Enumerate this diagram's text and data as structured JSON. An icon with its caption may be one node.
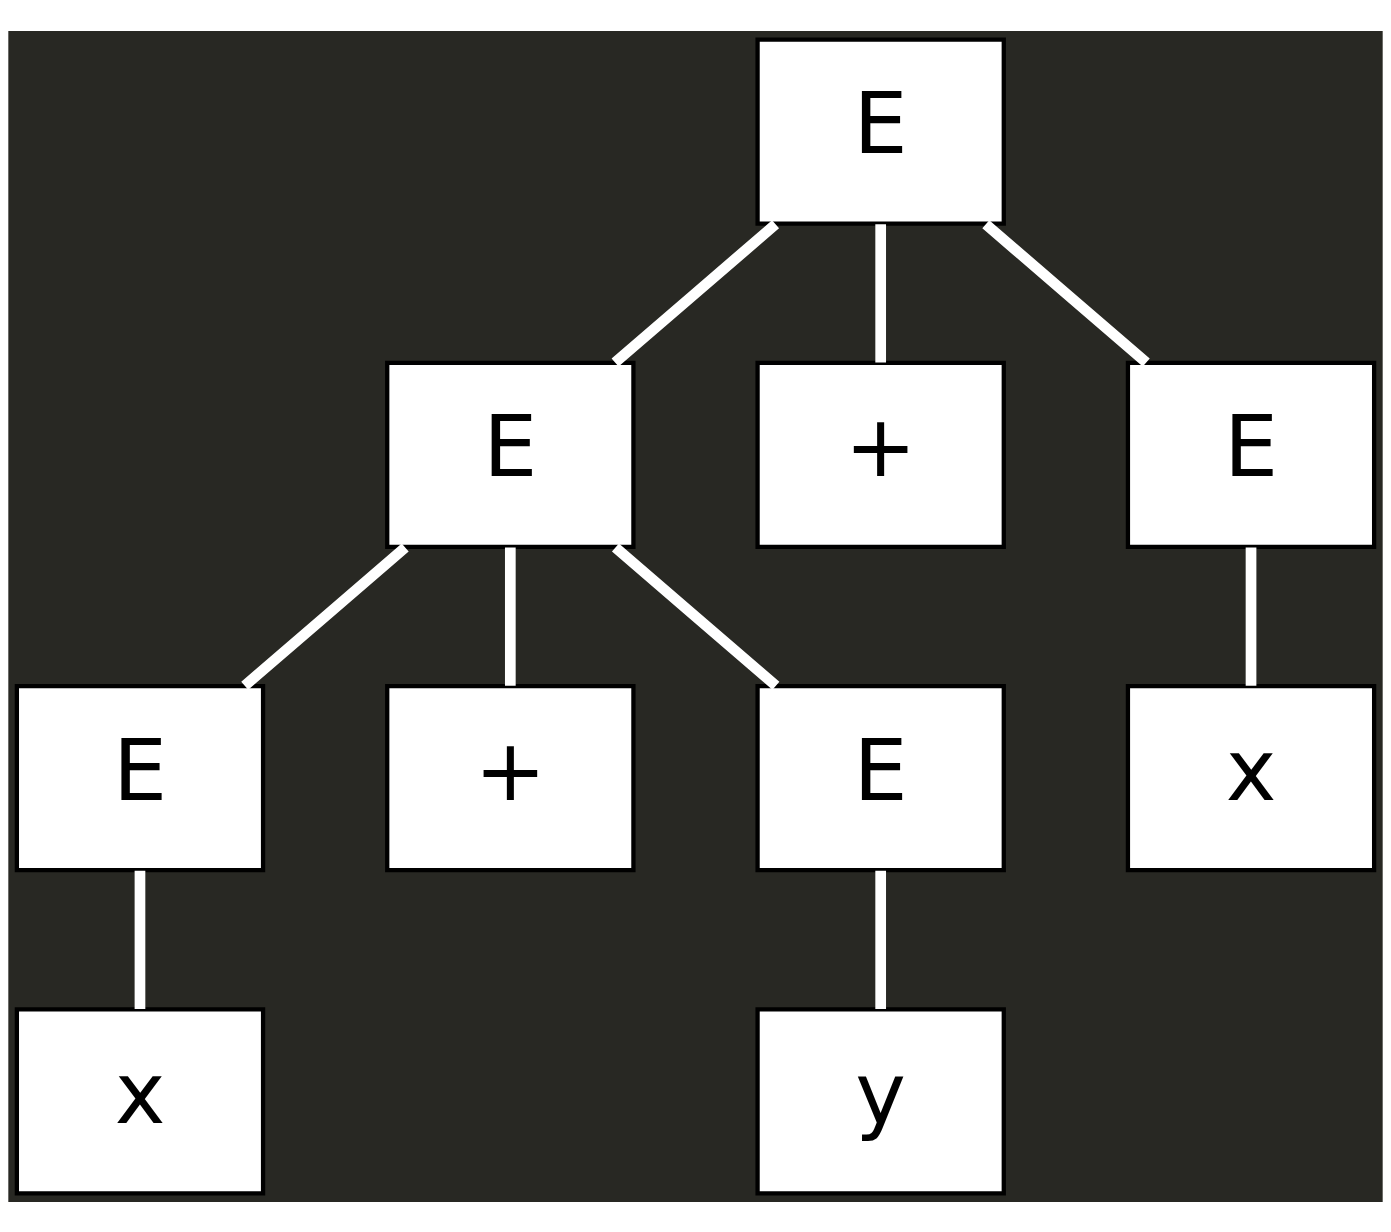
{
  "diagram": {
    "nodes": [
      {
        "text": [
          "E"
        ]
      },
      {
        "text": [
          "E"
        ]
      },
      {
        "text": [
          "+"
        ]
      },
      {
        "text": [
          "E"
        ]
      },
      {
        "text": [
          "E"
        ]
      },
      {
        "text": [
          "+"
        ]
      },
      {
        "text": [
          "E"
        ]
      },
      {
        "text": [
          "x"
        ]
      },
      {
        "text": [
          "x"
        ]
      },
      {
        "text": [
          "y"
        ]
      }
    ],
    "edges": [
      {
        "from": 0,
        "to": 1,
        "arrow": "none"
      },
      {
        "from": 0,
        "to": 2,
        "arrow": "none"
      },
      {
        "from": 0,
        "to": 3,
        "arrow": "none"
      },
      {
        "from": 1,
        "to": 4,
        "arrow": "none"
      },
      {
        "from": 1,
        "to": 5,
        "arrow": "none"
      },
      {
        "from": 1,
        "to": 6,
        "arrow": "none"
      },
      {
        "from": 3,
        "to": 7,
        "arrow": "none"
      },
      {
        "from": 4,
        "to": 8,
        "arrow": "none"
      },
      {
        "from": 6,
        "to": 9,
        "arrow": "none"
      }
    ]
  }
}
